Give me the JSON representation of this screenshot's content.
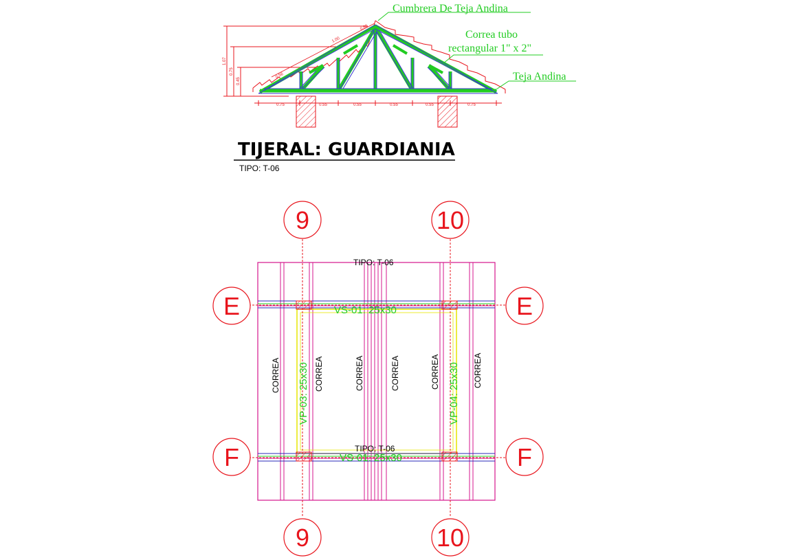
{
  "truss": {
    "title": "TIJERAL: GUARDIANIA",
    "subtitle": "TIPO: T-06",
    "labels": {
      "ridge": "Cumbrera De Teja Andina",
      "purlin_line1": "Correa tubo",
      "purlin_line2": "rectangular 1\" x 2\"",
      "tile": "Teja Andina"
    },
    "spans": [
      "0.75",
      "0.55",
      "0.55",
      "0.55",
      "0.55",
      "0.75"
    ],
    "heights": [
      "1.07",
      "0.75",
      "0.45"
    ],
    "slope_dims": [
      "1.00",
      "0.95",
      "0.86",
      "0.56"
    ]
  },
  "plan": {
    "grid_axes": {
      "col_a": "9",
      "col_b": "10",
      "row_a": "E",
      "row_b": "F"
    },
    "truss_tag_top": "TIPO: T-06",
    "truss_tag_bottom": "TIPO: T-06",
    "purlin_label": "CORREA",
    "beam_top": "VS-01: 25x30",
    "beam_bottom": "VS-01: 25x30",
    "beam_left": "VP-03: 25x30",
    "beam_right": "VP-04: 25x30"
  },
  "colors": {
    "axis_red": "#e8141c",
    "frame_magenta": "#d4148c",
    "beam_green": "#22cc22",
    "band_blue": "#2a2ab8",
    "truss_blue": "#3a3ad0",
    "beam_yellow": "#e6e600",
    "text_black": "#000000"
  }
}
